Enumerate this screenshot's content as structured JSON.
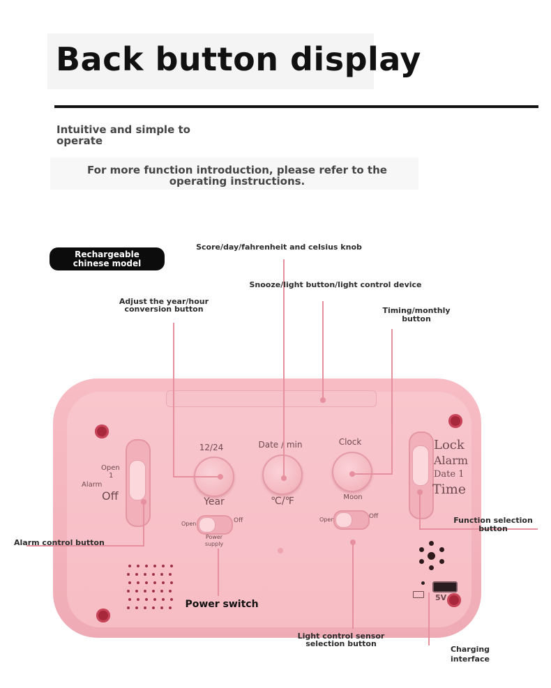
{
  "header": {
    "title": "Back button display",
    "subtitle": "Intuitive and simple to operate",
    "instructions": "For more function introduction, please refer to the operating instructions."
  },
  "badge": "Rechargeable chinese model",
  "callouts": {
    "score_knob": "Score/day/fahrenheit and celsius knob",
    "snooze": "Snooze/light button/light control device",
    "year_hour": "Adjust the year/hour conversion button",
    "timing": "Timing/monthly button",
    "alarm_control": "Alarm control button",
    "function_select": "Function selection button",
    "power_switch": "Power switch",
    "light_sensor": "Light control sensor selection button",
    "charging": "Charging interface"
  },
  "device": {
    "knob1_top": "12/24",
    "knob1_bottom": "Year",
    "knob2_top": "Date / min",
    "knob2_bottom": "℃/℉",
    "knob3_top": "Clock",
    "knob3_bottom": "Moon",
    "alarm_open": "Open",
    "alarm_one": "1",
    "alarm_label": "Alarm",
    "alarm_off": "Off",
    "power_open": "Open",
    "power_off": "Off",
    "power_supply": "Power supply",
    "sensor_open": "Open",
    "sensor_off": "Off",
    "func_lock": "Lock",
    "func_alarm": "Alarm",
    "func_date": "Date 1",
    "func_time": "Time",
    "usb_label": "5V"
  },
  "colors": {
    "body": "#f4b5be",
    "accent": "#e6909f",
    "screw": "#a8283b"
  }
}
